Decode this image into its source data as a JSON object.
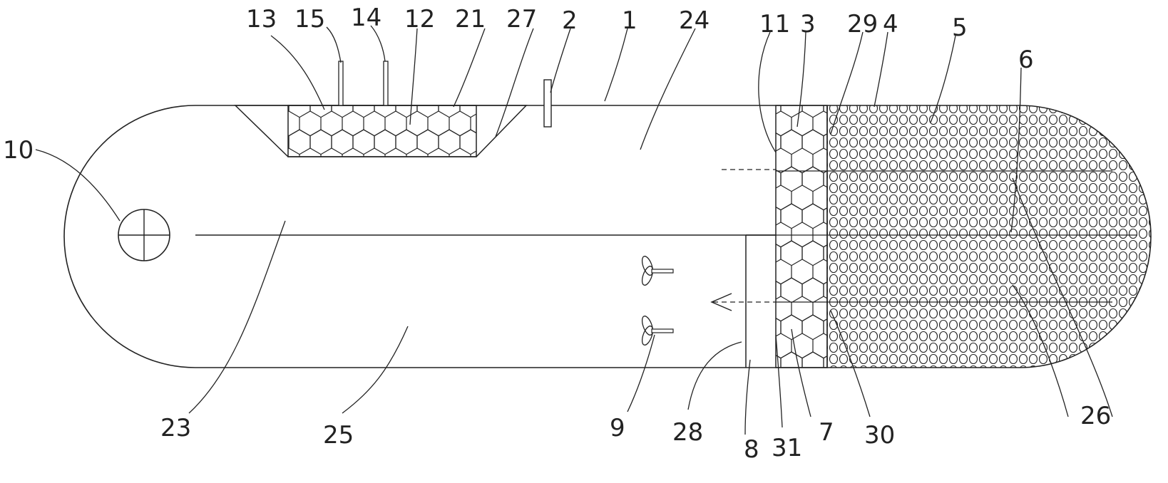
{
  "labels": {
    "l1": "1",
    "l2": "2",
    "l3": "3",
    "l4": "4",
    "l5": "5",
    "l6": "6",
    "l7": "7",
    "l8": "8",
    "l9": "9",
    "l10": "10",
    "l11": "11",
    "l12": "12",
    "l13": "13",
    "l14": "14",
    "l15": "15",
    "l21": "21",
    "l23": "23",
    "l24": "24",
    "l25": "25",
    "l26": "26",
    "l27": "27",
    "l28": "28",
    "l29": "29",
    "l30": "30",
    "l31": "31"
  },
  "colors": {
    "stroke": "#222222",
    "background": "#ffffff"
  }
}
